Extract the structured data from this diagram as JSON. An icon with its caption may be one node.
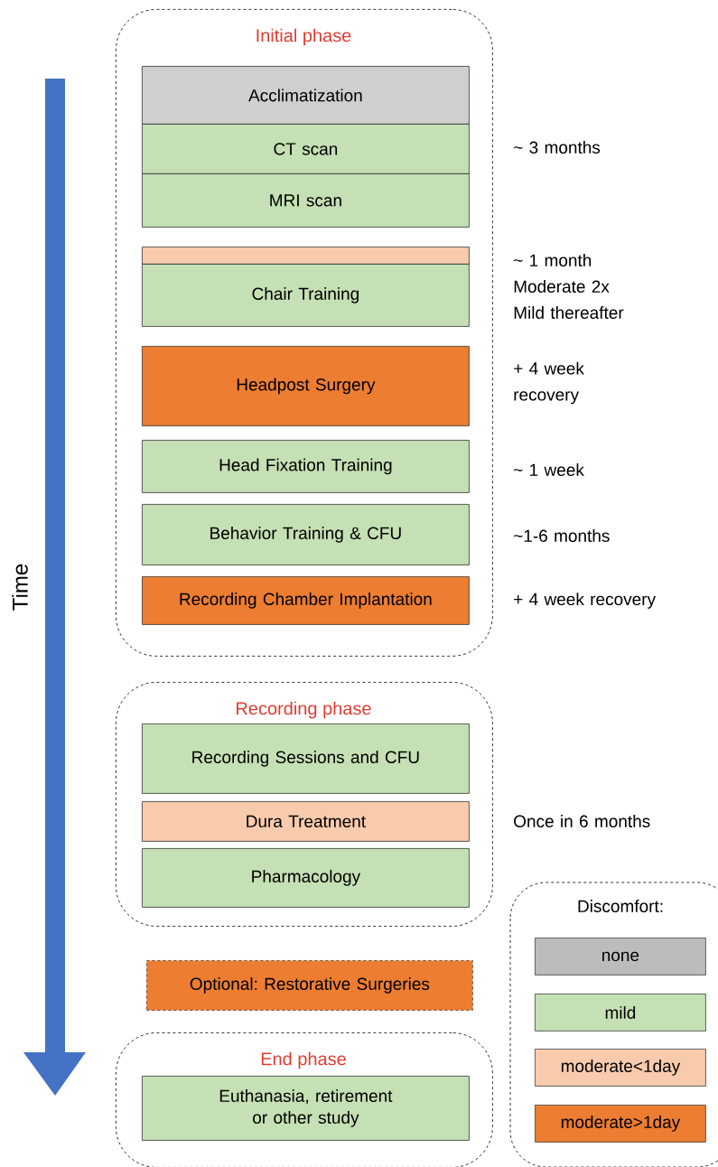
{
  "diagram": {
    "nodes": [
      {
        "text": [
          "Initial phase"
        ]
      },
      {
        "text": [
          "Acclimatization"
        ],
        "in": 0
      },
      {
        "text": [
          "CT scan"
        ],
        "in": 0,
        "beside": [
          "~ 3 months"
        ]
      },
      {
        "text": [
          "MRI scan"
        ],
        "in": 0
      },
      {
        "text": [],
        "shape": "bar",
        "in": 0
      },
      {
        "text": [
          "Chair Training"
        ],
        "in": 0,
        "beside": [
          "~ 1 month Moderate 2x Mild thereafter"
        ]
      },
      {
        "text": [
          "Headpost Surgery"
        ],
        "in": 0,
        "beside": [
          "+ 4 week recovery"
        ]
      },
      {
        "text": [
          "Head Fixation Training"
        ],
        "in": 0,
        "beside": [
          "~ 1 week"
        ]
      },
      {
        "text": [
          "Behavior Training & CFU"
        ],
        "in": 0,
        "beside": [
          "~1-6 months"
        ]
      },
      {
        "text": [
          "Recording Chamber Implantation"
        ],
        "in": 0,
        "beside": [
          "+ 4 week recovery"
        ]
      },
      {
        "text": [
          "Recording phase"
        ]
      },
      {
        "text": [
          "Recording Sessions and CFU"
        ],
        "in": 10
      },
      {
        "text": [
          "Dura Treatment"
        ],
        "in": 10,
        "beside": [
          "Once in 6 months"
        ]
      },
      {
        "text": [
          "Pharmacology"
        ],
        "in": 10
      },
      {
        "text": [
          "Optional: Restorative Surgeries"
        ]
      },
      {
        "text": [
          "End phase"
        ]
      },
      {
        "text": [
          "Euthanasia, retirement or other study"
        ],
        "in": 15
      }
    ],
    "edges": [],
    "labels": [
      "Time",
      "Discomfort:"
    ],
    "legend": [
      {
        "text": "none",
        "color": "#bcbcbc"
      },
      {
        "text": "mild",
        "color": "#c5e0b4"
      },
      {
        "text": "moderate<1day",
        "color": "#f8cbad"
      },
      {
        "text": "moderate>1day",
        "color": "#ed7d31"
      }
    ]
  }
}
